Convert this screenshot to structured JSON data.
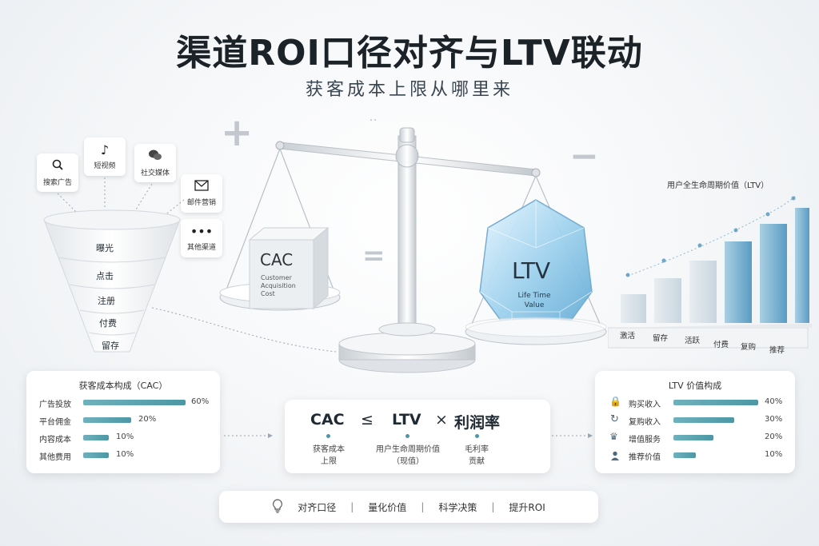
{
  "header": {
    "title": "渠道ROI口径对齐与LTV联动",
    "subtitle": "获客成本上限从哪里来"
  },
  "channels": [
    {
      "label": "搜索广告",
      "icon": "search-icon"
    },
    {
      "label": "短视频",
      "icon": "tiktok-icon"
    },
    {
      "label": "社交媒体",
      "icon": "wechat-icon"
    },
    {
      "label": "邮件营销",
      "icon": "mail-icon"
    },
    {
      "label": "其他渠道",
      "icon": "more-icon"
    }
  ],
  "funnel": [
    "曝光",
    "点击",
    "注册",
    "付费",
    "留存"
  ],
  "scale": {
    "plus": "+",
    "minus": "−",
    "equals": "=",
    "cac": {
      "abbr": "CAC",
      "full": "Customer Acquisition Cost"
    },
    "ltv": {
      "abbr": "LTV",
      "full": "Life Time Value"
    }
  },
  "ltv_chart": {
    "title": "用户全生命周期价值（LTV）",
    "stages": [
      "激活",
      "留存",
      "活跃",
      "付费",
      "复购",
      "推荐"
    ]
  },
  "cac_panel": {
    "title": "获客成本构成（CAC）",
    "items": [
      {
        "label": "广告投放",
        "value": 60,
        "text": "60%"
      },
      {
        "label": "平台佣金",
        "value": 20,
        "text": "20%"
      },
      {
        "label": "内容成本",
        "value": 10,
        "text": "10%"
      },
      {
        "label": "其他费用",
        "value": 10,
        "text": "10%"
      }
    ]
  },
  "formula": {
    "cac": "CAC",
    "le": "≤",
    "ltv": "LTV",
    "times": "×",
    "margin": "利润率",
    "cac_note": "获客成本\n上限",
    "ltv_note": "用户生命周期价值\n（现值）",
    "margin_note": "毛利率\n贡献"
  },
  "ltv_panel": {
    "title": "LTV 价值构成",
    "items": [
      {
        "label": "购买收入",
        "icon": "lock-bag-icon",
        "value": 40,
        "text": "40%"
      },
      {
        "label": "复购收入",
        "icon": "refresh-icon",
        "value": 30,
        "text": "30%"
      },
      {
        "label": "增值服务",
        "icon": "crown-icon",
        "value": 20,
        "text": "20%"
      },
      {
        "label": "推荐价值",
        "icon": "user-icon",
        "value": 10,
        "text": "10%"
      }
    ]
  },
  "bottom": {
    "items": [
      "对齐口径",
      "量化价值",
      "科学决策",
      "提升ROI"
    ],
    "separator": "|"
  }
}
